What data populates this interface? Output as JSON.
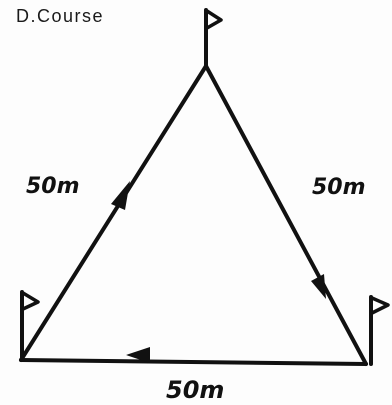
{
  "title": "D.Course",
  "legs": {
    "left": "50m",
    "right": "50m",
    "bottom": "50m"
  },
  "colors": {
    "ink": "#111111",
    "background": "#fdfdfd"
  },
  "icons": {
    "top_marker": "flag-icon",
    "left_marker": "flag-icon",
    "right_marker": "flag-icon",
    "direction": "arrow-icon"
  }
}
